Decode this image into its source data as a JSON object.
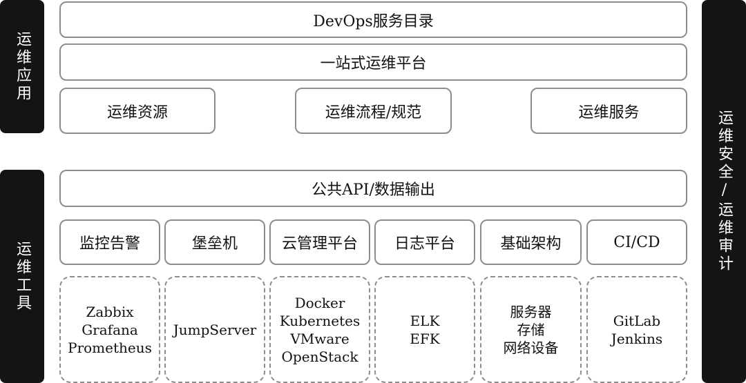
{
  "side_labels": {
    "apps": "运维应用",
    "tools": "运维工具",
    "security": "运维安全/运维审计"
  },
  "apps_layer": {
    "service_catalog": "DevOps服务目录",
    "platform": "一站式运维平台",
    "items": [
      "运维资源",
      "运维流程/规范",
      "运维服务"
    ]
  },
  "tools_layer": {
    "api": "公共API/数据输出",
    "categories": [
      "监控告警",
      "堡垒机",
      "云管理平台",
      "日志平台",
      "基础架构",
      "CI/CD"
    ],
    "tools": [
      [
        "Zabbix",
        "Grafana",
        "Prometheus"
      ],
      [
        "JumpServer"
      ],
      [
        "Docker",
        "Kubernetes",
        "VMware",
        "OpenStack"
      ],
      [
        "ELK",
        "EFK"
      ],
      [
        "服务器",
        "存储",
        "网络设备"
      ],
      [
        "GitLab",
        "Jenkins"
      ]
    ]
  }
}
